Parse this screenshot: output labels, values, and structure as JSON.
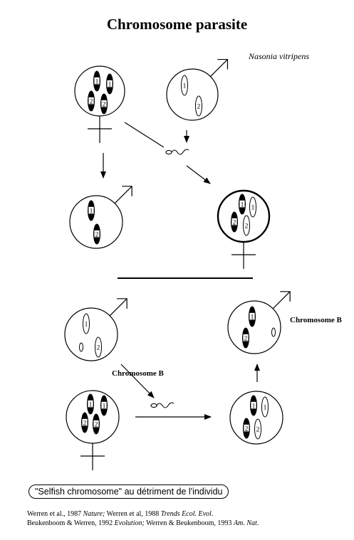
{
  "title": "Chromosome parasite",
  "species": "Nasonia vitripens",
  "chromosome_labels": [
    "1",
    "2"
  ],
  "chromosome_b_label": "Chromosome B",
  "caption": "\"Selfish chromosome\" au détriment de l'individu",
  "references": {
    "line1": [
      {
        "text": "Werren et al., 1987 ",
        "italic": false
      },
      {
        "text": "Nature;",
        "italic": true
      },
      {
        "text": " Werren et al, 1988 ",
        "italic": false
      },
      {
        "text": "Trends Ecol. Evol",
        "italic": true
      },
      {
        "text": ".",
        "italic": false
      }
    ],
    "line2": [
      {
        "text": "Beukenboom & Werren, 1992 ",
        "italic": false
      },
      {
        "text": "Evolution;",
        "italic": true
      },
      {
        "text": " Werren & Beukenboom, 1993 ",
        "italic": false
      },
      {
        "text": "Am. Nat",
        "italic": true
      },
      {
        "text": ".",
        "italic": false
      }
    ]
  },
  "cells": [
    {
      "id": "top-female-parent",
      "sex": "female",
      "chromosomes": [
        {
          "label": "1",
          "fill": "black"
        },
        {
          "label": "1",
          "fill": "black"
        },
        {
          "label": "2",
          "fill": "black"
        },
        {
          "label": "2",
          "fill": "black"
        }
      ],
      "b_chromosome": false
    },
    {
      "id": "top-male-parent",
      "sex": "male",
      "chromosomes": [
        {
          "label": "1",
          "fill": "white"
        },
        {
          "label": "2",
          "fill": "white"
        }
      ],
      "b_chromosome": false
    },
    {
      "id": "top-male-offspring",
      "sex": "male",
      "chromosomes": [
        {
          "label": "1",
          "fill": "black"
        },
        {
          "label": "2",
          "fill": "black"
        }
      ],
      "b_chromosome": false
    },
    {
      "id": "top-female-offspring",
      "sex": "female",
      "chromosomes": [
        {
          "label": "1",
          "fill": "black"
        },
        {
          "label": "1",
          "fill": "white"
        },
        {
          "label": "2",
          "fill": "black"
        },
        {
          "label": "2",
          "fill": "white"
        }
      ],
      "b_chromosome": false
    },
    {
      "id": "bottom-male-parent",
      "sex": "male",
      "chromosomes": [
        {
          "label": "1",
          "fill": "white"
        },
        {
          "label": "2",
          "fill": "white"
        }
      ],
      "b_chromosome": true
    },
    {
      "id": "bottom-female-parent",
      "sex": "female",
      "chromosomes": [
        {
          "label": "1",
          "fill": "black"
        },
        {
          "label": "1",
          "fill": "black"
        },
        {
          "label": "2",
          "fill": "black"
        },
        {
          "label": "2",
          "fill": "black"
        }
      ],
      "b_chromosome": false
    },
    {
      "id": "bottom-zygote",
      "sex": "none",
      "chromosomes": [
        {
          "label": "1",
          "fill": "black"
        },
        {
          "label": "1",
          "fill": "white"
        },
        {
          "label": "2",
          "fill": "black"
        },
        {
          "label": "2",
          "fill": "white"
        }
      ],
      "b_chromosome": false
    },
    {
      "id": "bottom-male-result",
      "sex": "male",
      "chromosomes": [
        {
          "label": "1",
          "fill": "black"
        },
        {
          "label": "2",
          "fill": "black"
        }
      ],
      "b_chromosome": true
    }
  ],
  "colors": {
    "ink": "#000000",
    "background": "#ffffff"
  }
}
